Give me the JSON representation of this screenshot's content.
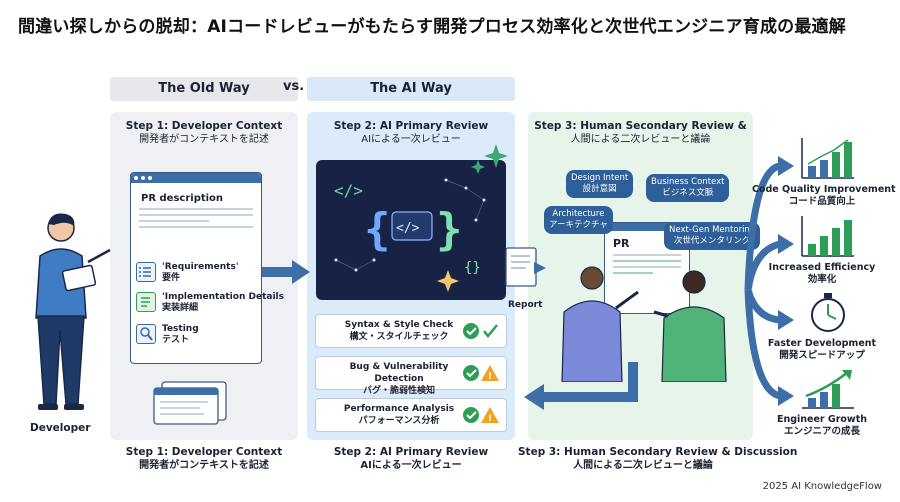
{
  "title": "間違い探しからの脱却：AIコードレビューがもたらす開発プロセス効率化と次世代エンジニア育成の最適解",
  "headers": {
    "old": "The Old Way",
    "vs": "vs.",
    "ai": "The AI Way"
  },
  "step1": {
    "en": "Step 1: Developer Context",
    "jp": "開発者がコンテキストを記述"
  },
  "step2": {
    "en": "Step 2: AI Primary Review",
    "jp": "AIによる一次レビュー"
  },
  "step3": {
    "en": "Step 3: Human Secondary Review &",
    "jp": "人間による二次レビューと議論"
  },
  "step3_bottom": {
    "en": "Step 3: Human Secondary Review & Discussion",
    "jp": "人間による二次レビューと議論"
  },
  "developer_label": "Developer",
  "pr_card": {
    "title": "PR description",
    "items": [
      {
        "en": "'Requirements'",
        "jp": "要件"
      },
      {
        "en": "'Implementation Details",
        "jp": "実装詳細"
      },
      {
        "en": "Testing",
        "jp": "テスト"
      }
    ]
  },
  "report_label": "Report",
  "pr_label": "PR",
  "checks": [
    {
      "en": "Syntax & Style Check",
      "jp": "構文・スタイルチェック",
      "status": "pass-pass"
    },
    {
      "en": "Bug & Vulnerability Detection",
      "jp": "バグ・脆弱性検知",
      "status": "pass-warn"
    },
    {
      "en": "Performance Analysis",
      "jp": "パフォーマンス分析",
      "status": "pass-warn"
    }
  ],
  "bubbles": [
    {
      "en": "Design Intent",
      "jp": "設計意図"
    },
    {
      "en": "Business Context",
      "jp": "ビジネス文脈"
    },
    {
      "en": "Architecture",
      "jp": "アーキテクチャ"
    },
    {
      "en": "Next-Gen Mentoring",
      "jp": "次世代メンタリング"
    }
  ],
  "outcomes": [
    {
      "en": "Code Quality Improvement",
      "jp": "コード品質向上",
      "icon": "bar-chart-icon"
    },
    {
      "en": "Increased Efficiency",
      "jp": "効率化",
      "icon": "bar-chart-icon"
    },
    {
      "en": "Faster Development",
      "jp": "開発スピードアップ",
      "icon": "stopwatch-icon"
    },
    {
      "en": "Engineer Growth",
      "jp": "エンジニアの成長",
      "icon": "growth-chart-icon"
    }
  ],
  "footer": "2025 AI KnowledgeFlow",
  "colors": {
    "accent": "#2f5f99",
    "green": "#2e9e57",
    "warn": "#f0a321",
    "navy": "#182848"
  }
}
